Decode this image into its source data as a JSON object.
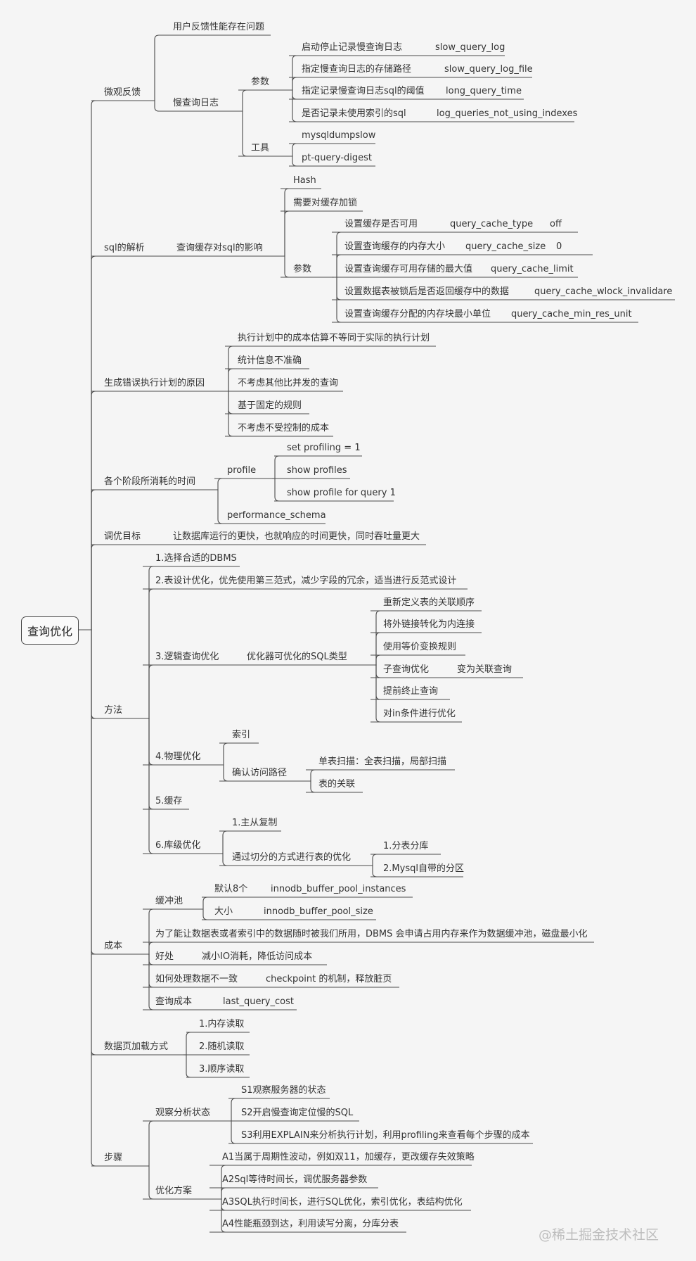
{
  "root": "查询优化",
  "watermark": "@稀土掘金技术社区",
  "nodes": [
    {
      "id": "n1",
      "t": "微观反馈"
    },
    {
      "id": "n1a",
      "t": "用户反馈性能存在问题"
    },
    {
      "id": "n1b",
      "t": "慢查询日志"
    },
    {
      "id": "n1b1",
      "t": "参数"
    },
    {
      "id": "n1b1a",
      "t": "启动停止记录慢查询日志"
    },
    {
      "id": "n1b1a1",
      "t": "slow_query_log"
    },
    {
      "id": "n1b1b",
      "t": "指定慢查询日志的存储路径"
    },
    {
      "id": "n1b1b1",
      "t": "slow_query_log_file"
    },
    {
      "id": "n1b1c",
      "t": "指定记录慢查询日志sql的阈值"
    },
    {
      "id": "n1b1c1",
      "t": "long_query_time"
    },
    {
      "id": "n1b1d",
      "t": "是否记录未使用索引的sql"
    },
    {
      "id": "n1b1d1",
      "t": "log_queries_not_using_indexes"
    },
    {
      "id": "n1b2",
      "t": "工具"
    },
    {
      "id": "n1b2a",
      "t": "mysqldumpslow"
    },
    {
      "id": "n1b2b",
      "t": "pt-query-digest"
    },
    {
      "id": "n2",
      "t": "sql的解析"
    },
    {
      "id": "n2a",
      "t": "查询缓存对sql的影响"
    },
    {
      "id": "n2a1",
      "t": "Hash"
    },
    {
      "id": "n2a2",
      "t": "需要对缓存加锁"
    },
    {
      "id": "n2a3",
      "t": "参数"
    },
    {
      "id": "n2a3a",
      "t": "设置缓存是否可用"
    },
    {
      "id": "n2a3a1",
      "t": "query_cache_type"
    },
    {
      "id": "n2a3a2",
      "t": "off"
    },
    {
      "id": "n2a3b",
      "t": "设置查询缓存的内存大小"
    },
    {
      "id": "n2a3b1",
      "t": "query_cache_size"
    },
    {
      "id": "n2a3b2",
      "t": "0"
    },
    {
      "id": "n2a3c",
      "t": "设置查询缓存可用存储的最大值"
    },
    {
      "id": "n2a3c1",
      "t": "query_cache_limit"
    },
    {
      "id": "n2a3d",
      "t": "设置数据表被锁后是否返回缓存中的数据"
    },
    {
      "id": "n2a3d1",
      "t": "query_cache_wlock_invalidare"
    },
    {
      "id": "n2a3e",
      "t": "设置查询缓存分配的内存块最小单位"
    },
    {
      "id": "n2a3e1",
      "t": "query_cache_min_res_unit"
    },
    {
      "id": "n3",
      "t": "生成错误执行计划的原因"
    },
    {
      "id": "n3a",
      "t": "执行计划中的成本估算不等同于实际的执行计划"
    },
    {
      "id": "n3b",
      "t": "统计信息不准确"
    },
    {
      "id": "n3c",
      "t": "不考虑其他比并发的查询"
    },
    {
      "id": "n3d",
      "t": "基于固定的规则"
    },
    {
      "id": "n3e",
      "t": "不考虑不受控制的成本"
    },
    {
      "id": "n4",
      "t": "各个阶段所消耗的时间"
    },
    {
      "id": "n4a",
      "t": "profile"
    },
    {
      "id": "n4a1",
      "t": "set profiling = 1"
    },
    {
      "id": "n4a2",
      "t": "show profiles"
    },
    {
      "id": "n4a3",
      "t": "show profile for query 1"
    },
    {
      "id": "n4b",
      "t": "performance_schema"
    },
    {
      "id": "n5",
      "t": "调优目标"
    },
    {
      "id": "n5a",
      "t": "让数据库运行的更快，也就响应的时间更快，同时吞吐量更大"
    },
    {
      "id": "n6",
      "t": "方法"
    },
    {
      "id": "n6a",
      "t": "1.选择合适的DBMS"
    },
    {
      "id": "n6b",
      "t": "2.表设计优化，优先使用第三范式，减少字段的冗余，适当进行反范式设计"
    },
    {
      "id": "n6c",
      "t": "3.逻辑查询优化"
    },
    {
      "id": "n6c1",
      "t": "优化器可优化的SQL类型"
    },
    {
      "id": "n6c1a",
      "t": "重新定义表的关联顺序"
    },
    {
      "id": "n6c1b",
      "t": "将外链接转化为内连接"
    },
    {
      "id": "n6c1c",
      "t": "使用等价变换规则"
    },
    {
      "id": "n6c1d",
      "t": "子查询优化"
    },
    {
      "id": "n6c1d1",
      "t": "变为关联查询"
    },
    {
      "id": "n6c1e",
      "t": "提前终止查询"
    },
    {
      "id": "n6c1f",
      "t": "对in条件进行优化"
    },
    {
      "id": "n6d",
      "t": "4.物理优化"
    },
    {
      "id": "n6d1",
      "t": "索引"
    },
    {
      "id": "n6d2",
      "t": "确认访问路径"
    },
    {
      "id": "n6d2a",
      "t": "单表扫描：全表扫描，局部扫描"
    },
    {
      "id": "n6d2b",
      "t": "表的关联"
    },
    {
      "id": "n6e",
      "t": "5.缓存"
    },
    {
      "id": "n6f",
      "t": "6.库级优化"
    },
    {
      "id": "n6f1",
      "t": "1.主从复制"
    },
    {
      "id": "n6f2",
      "t": "通过切分的方式进行表的优化"
    },
    {
      "id": "n6f2a",
      "t": "1.分表分库"
    },
    {
      "id": "n6f2b",
      "t": "2.Mysql自带的分区"
    },
    {
      "id": "n7",
      "t": "成本"
    },
    {
      "id": "n7a",
      "t": "缓冲池"
    },
    {
      "id": "n7a1",
      "t": "默认8个"
    },
    {
      "id": "n7a1a",
      "t": "innodb_buffer_pool_instances"
    },
    {
      "id": "n7a2",
      "t": "大小"
    },
    {
      "id": "n7a2a",
      "t": "innodb_buffer_pool_size"
    },
    {
      "id": "n7b",
      "t": "为了能让数据表或者索引中的数据随时被我们所用，DBMS 会申请占用内存来作为数据缓冲池，磁盘最小化"
    },
    {
      "id": "n7c",
      "t": "好处"
    },
    {
      "id": "n7c1",
      "t": "减小IO消耗，降低访问成本"
    },
    {
      "id": "n7d",
      "t": "如何处理数据不一致"
    },
    {
      "id": "n7d1",
      "t": "checkpoint 的机制，释放脏页"
    },
    {
      "id": "n7e",
      "t": "查询成本"
    },
    {
      "id": "n7e1",
      "t": "last_query_cost"
    },
    {
      "id": "n8",
      "t": "数据页加载方式"
    },
    {
      "id": "n8a",
      "t": "1.内存读取"
    },
    {
      "id": "n8b",
      "t": "2.随机读取"
    },
    {
      "id": "n8c",
      "t": "3.顺序读取"
    },
    {
      "id": "n9",
      "t": "步骤"
    },
    {
      "id": "n9a",
      "t": "观察分析状态"
    },
    {
      "id": "n9a1",
      "t": "S1观察服务器的状态"
    },
    {
      "id": "n9a2",
      "t": "S2开启慢查询定位慢的SQL"
    },
    {
      "id": "n9a3",
      "t": "S3利用EXPLAIN来分析执行计划，利用profiling来查看每个步骤的成本"
    },
    {
      "id": "n9b",
      "t": "优化方案"
    },
    {
      "id": "n9b1",
      "t": "A1当属于周期性波动，例如双11，加缓存，更改缓存失效策略"
    },
    {
      "id": "n9b2",
      "t": "A2Sql等待时间长，调优服务器参数"
    },
    {
      "id": "n9b3",
      "t": "A3SQL执行时间长，进行SQL优化，索引优化，表结构优化"
    },
    {
      "id": "n9b4",
      "t": "A4性能瓶颈到达，利用读写分离，分库分表"
    }
  ]
}
